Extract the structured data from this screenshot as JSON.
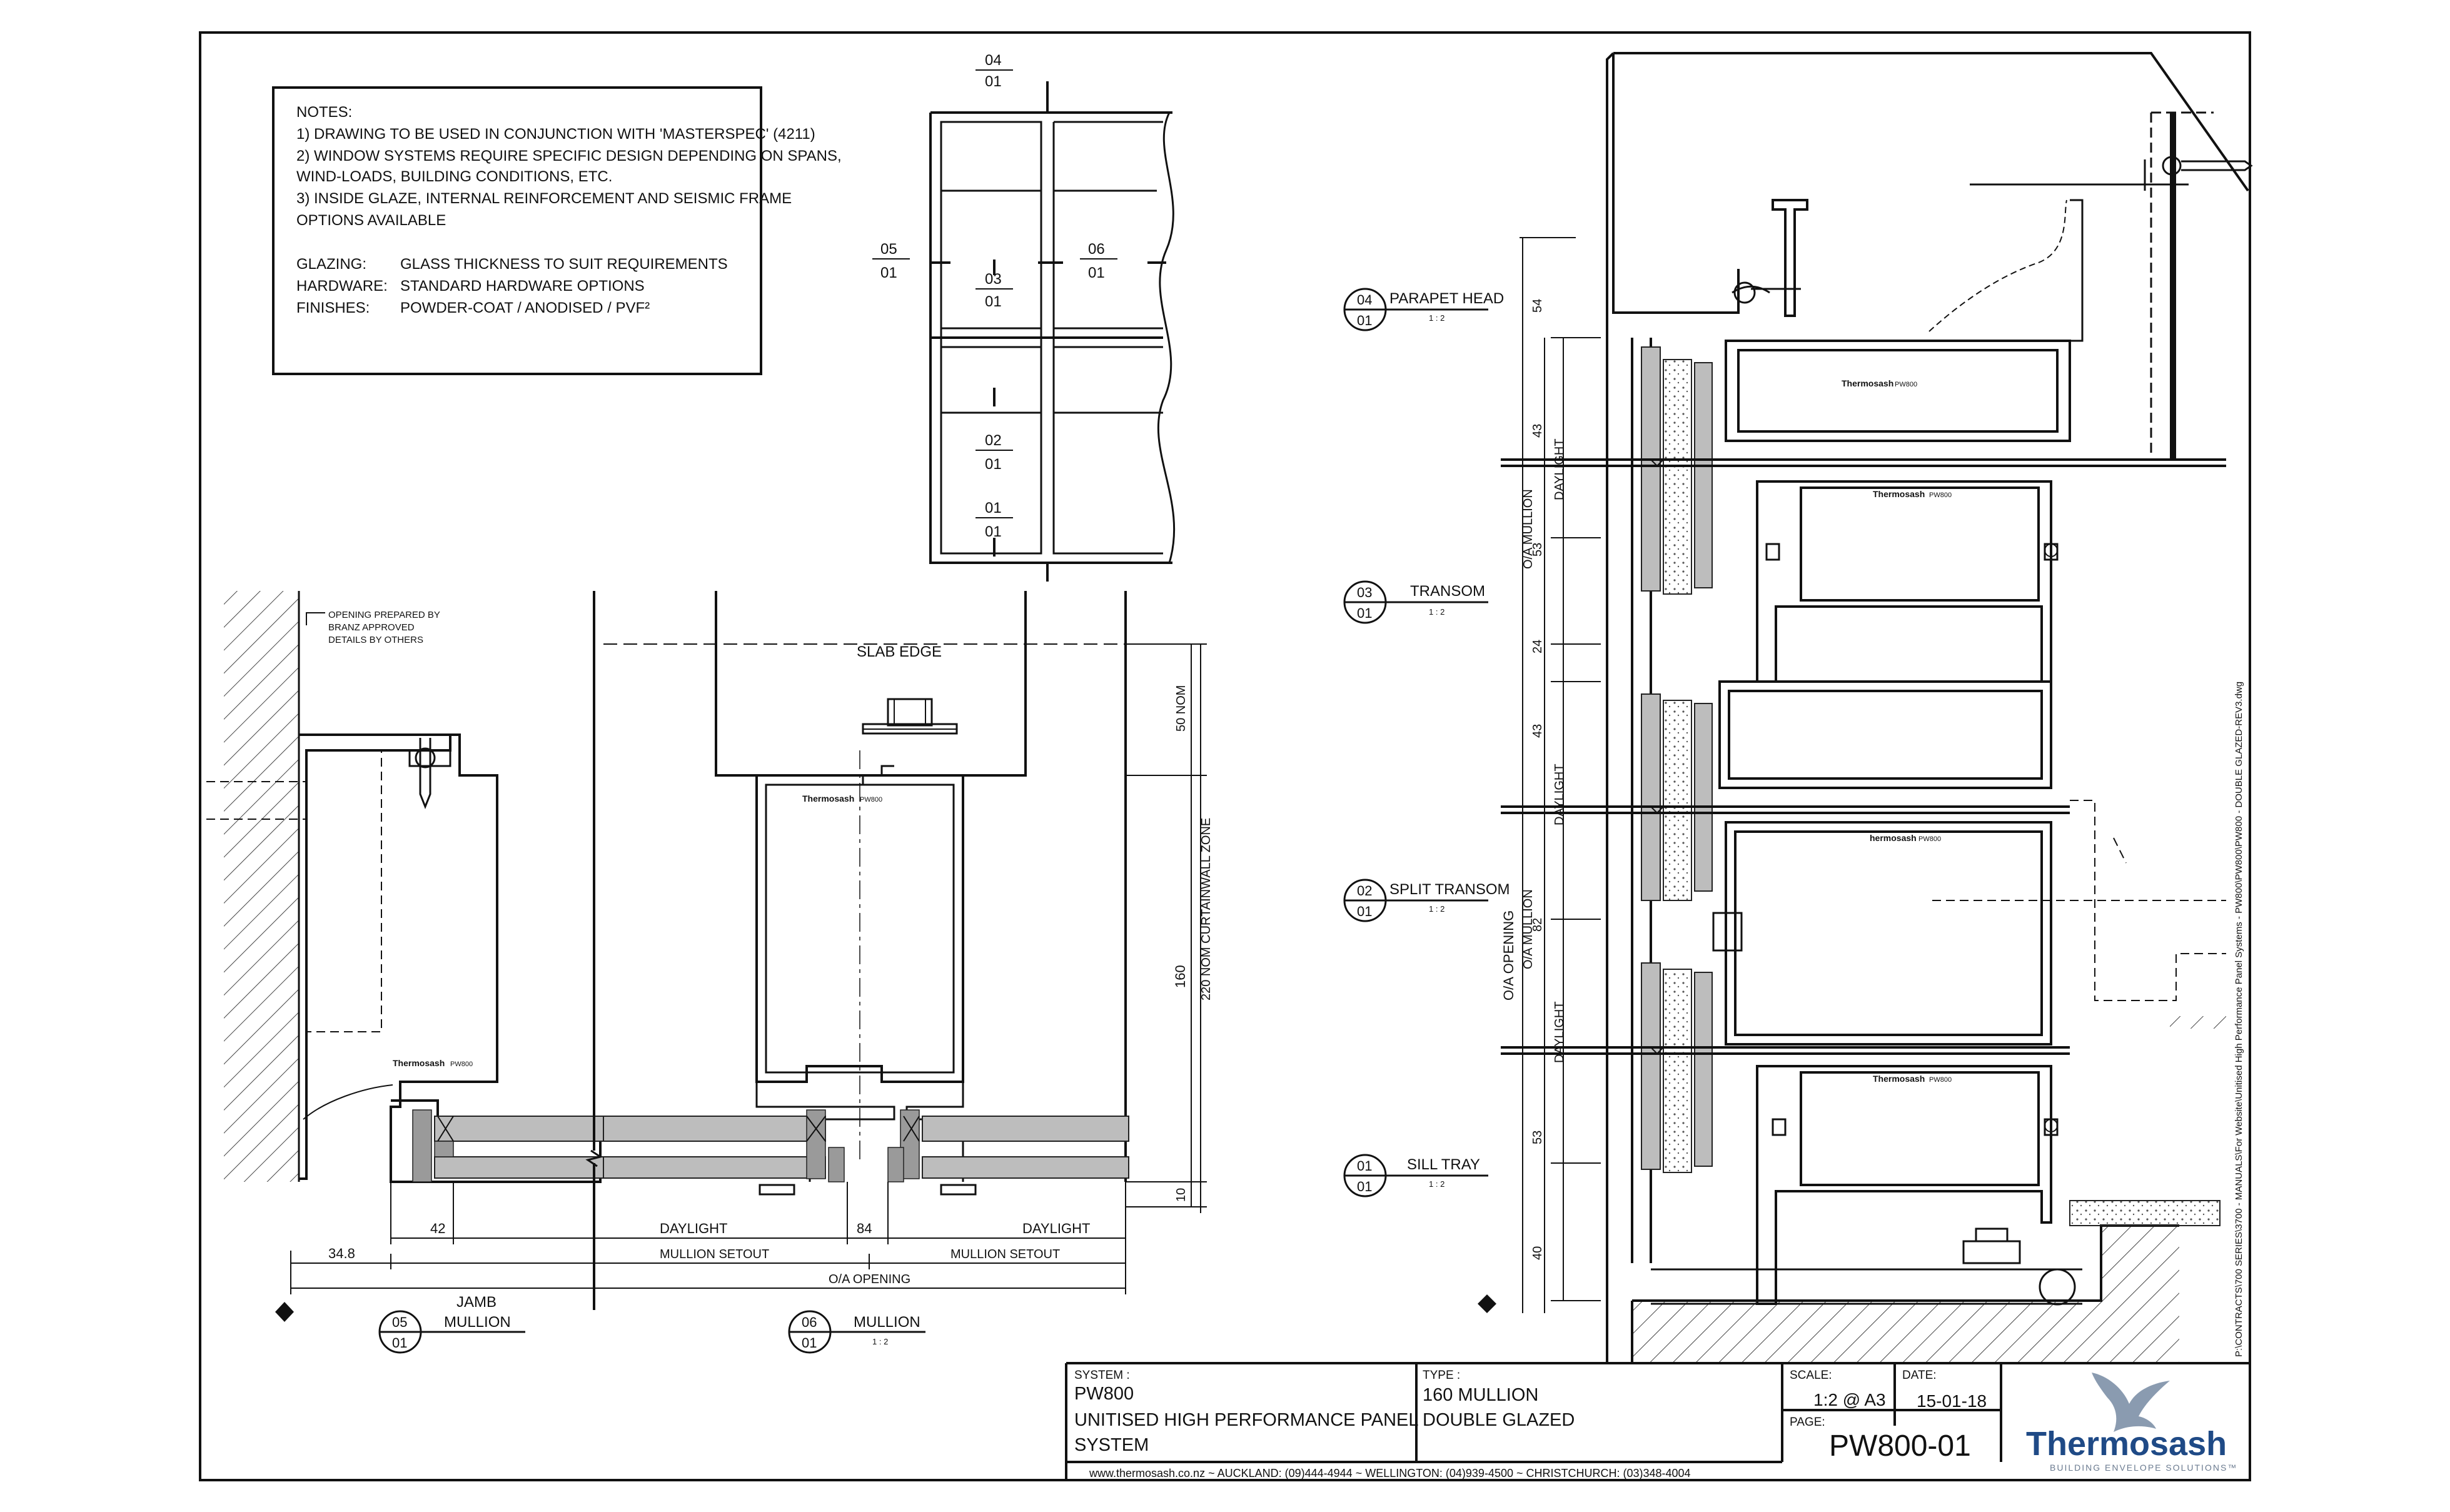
{
  "notes": {
    "heading": "NOTES:",
    "lines": [
      "1) DRAWING TO BE USED IN CONJUNCTION WITH 'MASTERSPEC' (4211)",
      "2) WINDOW SYSTEMS REQUIRE SPECIFIC DESIGN DEPENDING ON SPANS,",
      "WIND-LOADS, BUILDING CONDITIONS, ETC.",
      "3) INSIDE GLAZE, INTERNAL REINFORCEMENT AND SEISMIC FRAME",
      "OPTIONS AVAILABLE"
    ],
    "specs": [
      {
        "key": "GLAZING:",
        "value": "GLASS THICKNESS TO SUIT REQUIREMENTS"
      },
      {
        "key": "HARDWARE:",
        "value": "STANDARD HARDWARE OPTIONS"
      },
      {
        "key": "FINISHES:",
        "value": "POWDER-COAT / ANODISED / PVF²"
      }
    ]
  },
  "elevation": {
    "refs": [
      {
        "num": "04",
        "sheet": "01"
      },
      {
        "num": "05",
        "sheet": "01"
      },
      {
        "num": "06",
        "sheet": "01"
      },
      {
        "num": "03",
        "sheet": "01"
      },
      {
        "num": "02",
        "sheet": "01"
      },
      {
        "num": "01",
        "sheet": "01"
      }
    ]
  },
  "plan": {
    "annotation": [
      "OPENING PREPARED BY",
      "BRANZ APPROVED",
      "DETAILS BY OTHERS"
    ],
    "slab_edge": "SLAB EDGE",
    "brand": "Thermosash",
    "model": "PW800",
    "dims": {
      "d42": "42",
      "d84": "84",
      "d348": "34.8",
      "daylight": "DAYLIGHT",
      "mullion_setout": "MULLION SETOUT",
      "oa_opening": "O/A OPENING",
      "d50": "50 NOM",
      "d160": "160",
      "d220": "220 NOM CURTAINWALL ZONE",
      "d10": "10"
    },
    "sections": [
      {
        "num": "05",
        "sheet": "01",
        "title1": "JAMB",
        "title2": "MULLION",
        "scale": ""
      },
      {
        "num": "06",
        "sheet": "01",
        "title1": "",
        "title2": "MULLION",
        "scale": "1 : 2"
      }
    ]
  },
  "vertical": {
    "sections": [
      {
        "num": "04",
        "sheet": "01",
        "title": "PARAPET HEAD",
        "scale": "1 : 2"
      },
      {
        "num": "03",
        "sheet": "01",
        "title": "TRANSOM",
        "scale": "1 : 2"
      },
      {
        "num": "02",
        "sheet": "01",
        "title": "SPLIT TRANSOM",
        "scale": "1 : 2"
      },
      {
        "num": "01",
        "sheet": "01",
        "title": "SILL TRAY",
        "scale": "1 : 2"
      }
    ],
    "dims": {
      "d54": "54",
      "d43a": "43",
      "d53a": "53",
      "d24": "24",
      "d43b": "43",
      "d82": "82",
      "d53b": "53",
      "d40": "40",
      "daylight": "DAYLIGHT",
      "oa_mullion": "O/A MULLION",
      "oa_opening": "O/A OPENING"
    },
    "brand_labels": [
      "Thermosash",
      "Thermosash",
      "hermosash",
      "Thermosash"
    ],
    "model": "PW800",
    "file_path": "P:\\CONTRACTS\\700 SERIES\\3700 - MANUALS\\For Website\\Unitised High Performance Panel Systems - PW800\\PW800\\PW800 - DOUBLE GLAZED-REV3.dwg"
  },
  "title_block": {
    "system_label": "SYSTEM :",
    "system_lines": [
      "PW800",
      "UNITISED HIGH PERFORMANCE PANEL",
      "SYSTEM"
    ],
    "type_label": "TYPE :",
    "type_lines": [
      "160 MULLION",
      "DOUBLE GLAZED"
    ],
    "scale_label": "SCALE:",
    "scale_value": "1:2 @ A3",
    "date_label": "DATE:",
    "date_value": "15-01-18",
    "page_label": "PAGE:",
    "page_value": "PW800-01",
    "footer": "www.thermosash.co.nz ~ AUCKLAND: (09)444-4944 ~ WELLINGTON: (04)939-4500 ~ CHRISTCHURCH: (03)348-4004",
    "logo_name": "Thermosash",
    "logo_tagline": "BUILDING ENVELOPE SOLUTIONS™",
    "brand_color": "#1f4a86"
  }
}
